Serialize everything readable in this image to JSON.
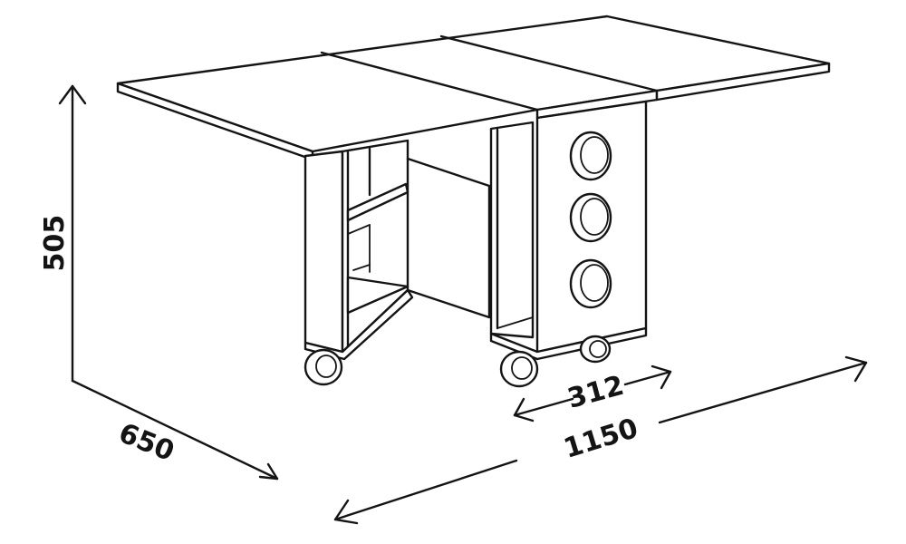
{
  "drawing": {
    "subject": "folding table on casters",
    "line_color": "#141414",
    "background": "#ffffff"
  },
  "dimensions": {
    "height": "505",
    "depth": "650",
    "length": "1150",
    "cabinet_width": "312"
  }
}
